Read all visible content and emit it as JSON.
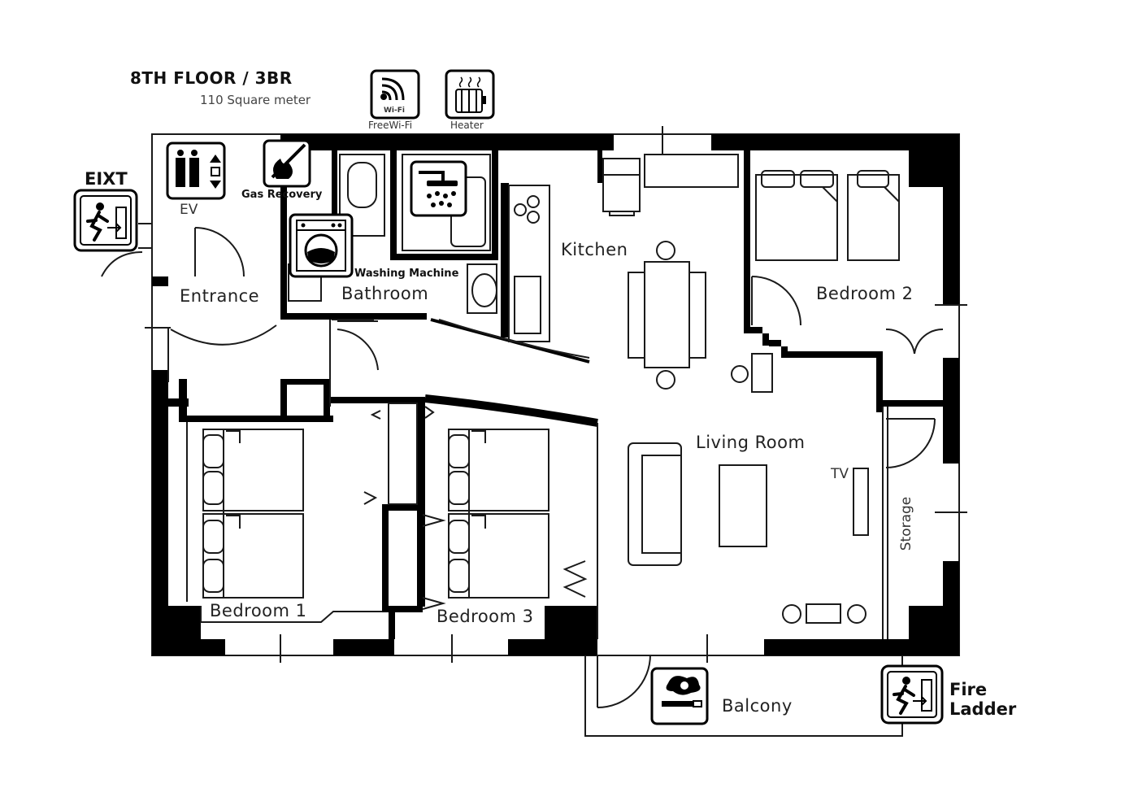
{
  "header": {
    "floor_title": "8TH FLOOR / 3BR",
    "area": "110 Square meter"
  },
  "amenities": {
    "wifi_badge": "Wi-Fi",
    "wifi_label": "FreeWi-Fi",
    "heater_label": "Heater"
  },
  "rooms": {
    "kitchen": "Kitchen",
    "bedroom1": "Bedroom 1",
    "bedroom2": "Bedroom 2",
    "bedroom3": "Bedroom 3",
    "living": "Living Room",
    "entrance": "Entrance",
    "bathroom": "Bathroom",
    "balcony": "Balcony",
    "storage": "Storage"
  },
  "fixtures": {
    "elevator": "EV",
    "gas": "Gas Recovery",
    "washer": "Washing Machine",
    "tv": "TV"
  },
  "exits": {
    "exit_label": "EIXT",
    "ladder_line1": "Fire",
    "ladder_line2": "Ladder"
  },
  "colors": {
    "wall": "#000000",
    "line": "#1a1a1a",
    "background": "#ffffff"
  }
}
